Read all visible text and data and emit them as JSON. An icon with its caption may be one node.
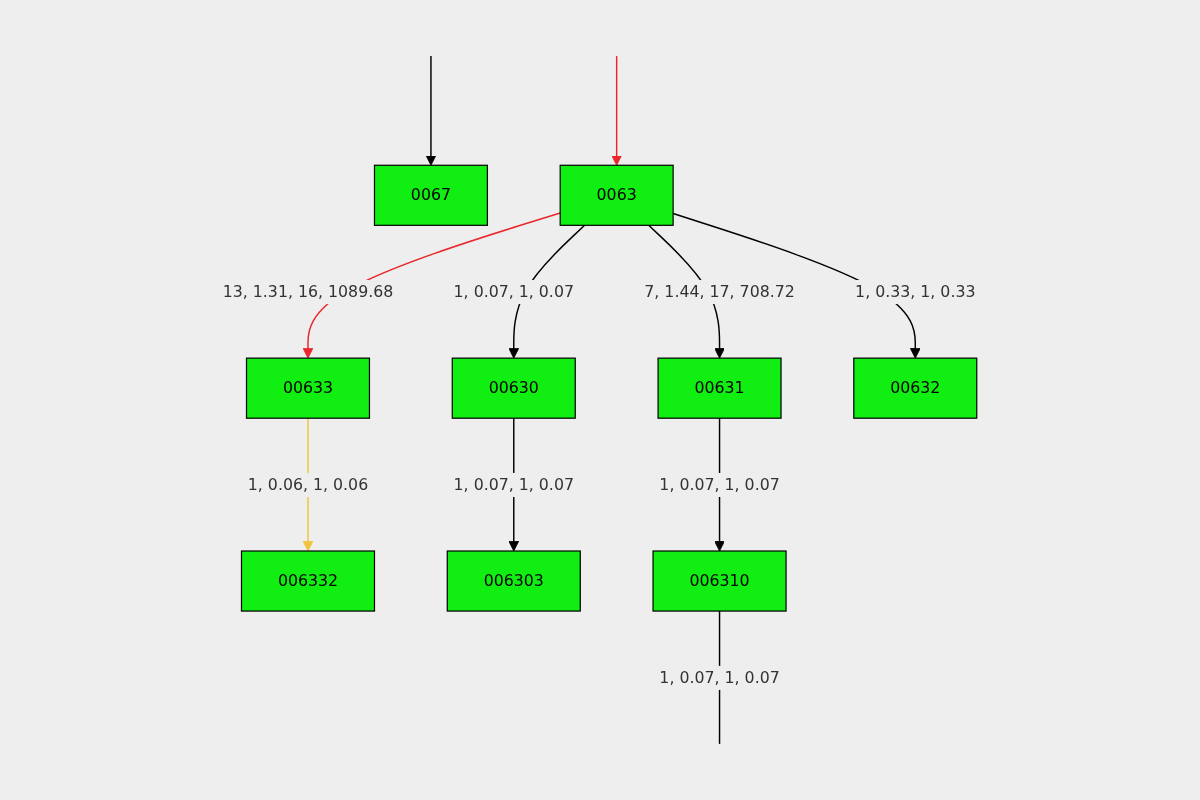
{
  "diagram": {
    "nodes": [
      {
        "text": [
          "0067"
        ]
      },
      {
        "text": [
          "0063"
        ]
      },
      {
        "text": [
          "00633"
        ]
      },
      {
        "text": [
          "00630"
        ]
      },
      {
        "text": [
          "00631"
        ]
      },
      {
        "text": [
          "00632"
        ]
      },
      {
        "text": [
          "006332"
        ]
      },
      {
        "text": [
          "006303"
        ]
      },
      {
        "text": [
          "006310"
        ]
      }
    ],
    "edges": [
      {
        "from": null,
        "to": 0,
        "arrow": "to"
      },
      {
        "from": null,
        "to": 1,
        "arrow": "to",
        "color": "#e8262b"
      },
      {
        "from": 1,
        "to": 2,
        "arrow": "to",
        "label": "13, 1.31, 16, 1089.68",
        "color": "#e8262b"
      },
      {
        "from": 1,
        "to": 3,
        "arrow": "to",
        "label": "1, 0.07, 1, 0.07"
      },
      {
        "from": 1,
        "to": 4,
        "arrow": "to",
        "label": "7, 1.44, 17, 708.72"
      },
      {
        "from": 1,
        "to": 5,
        "arrow": "to",
        "label": "1, 0.33, 1, 0.33"
      },
      {
        "from": 2,
        "to": 6,
        "arrow": "to",
        "label": "1, 0.06, 1, 0.06",
        "color": "#f0c43c"
      },
      {
        "from": 3,
        "to": 7,
        "arrow": "to",
        "label": "1, 0.07, 1, 0.07"
      },
      {
        "from": 4,
        "to": 8,
        "arrow": "to",
        "label": "1, 0.07, 1, 0.07"
      },
      {
        "from": 8,
        "to": null,
        "arrow": "none",
        "label": "1, 0.07, 1, 0.07"
      }
    ]
  }
}
